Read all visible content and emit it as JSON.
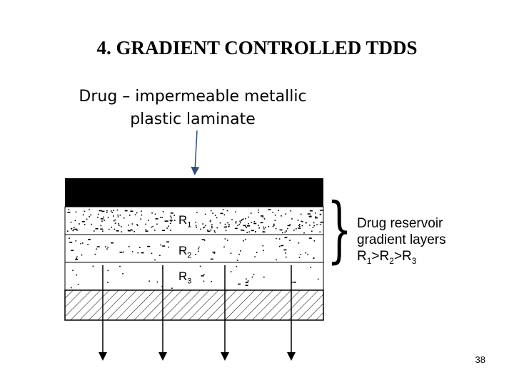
{
  "title": "4. GRADIENT CONTROLLED TDDS",
  "laminate_label_line1": "Drug – impermeable metallic",
  "laminate_label_line2": "plastic laminate",
  "layers": [
    {
      "label": "R",
      "sub": "1"
    },
    {
      "label": "R",
      "sub": "2"
    },
    {
      "label": "R",
      "sub": "3"
    }
  ],
  "reservoir_line1": "Drug reservoir",
  "reservoir_line2": "gradient layers",
  "reservoir_line3_parts": [
    "R",
    "1",
    ">R",
    "2",
    ">R",
    "3"
  ],
  "page_number": "38"
}
